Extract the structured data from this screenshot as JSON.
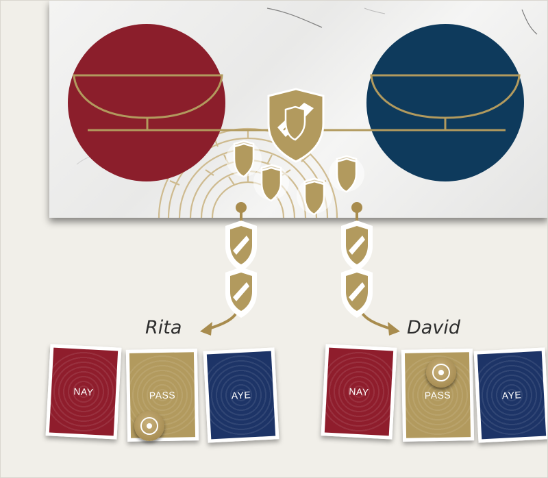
{
  "players": [
    {
      "name": "Rita"
    },
    {
      "name": "David"
    }
  ],
  "cards": {
    "nay_label": "NAY",
    "pass_label": "PASS",
    "aye_label": "AYE"
  },
  "colors": {
    "nay": "#8f1d2c",
    "pass": "#b29a5e",
    "aye": "#1d3467",
    "gold": "#b29a5e",
    "left_pan": "#8b1e2b",
    "right_pan": "#0e3a5c"
  },
  "icons": [
    "scale-icon",
    "shield-token-icon",
    "coin-token-icon",
    "curved-arrow-icon"
  ]
}
